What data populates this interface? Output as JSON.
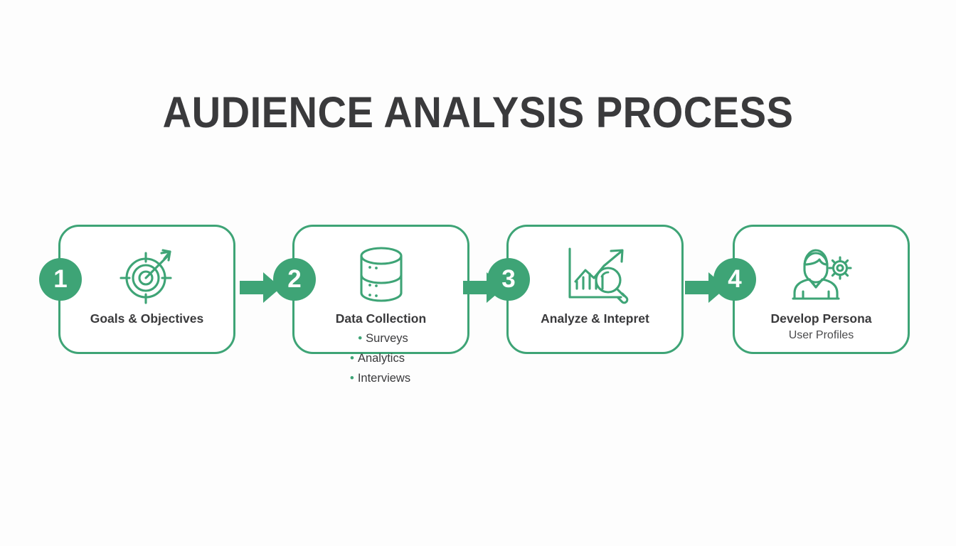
{
  "slide": {
    "title": "AUDIENCE ANALYSIS PROCESS",
    "background_color": "#fdfdfd",
    "accent_color": "#3ea476",
    "text_color": "#3a3a3c"
  },
  "steps": [
    {
      "number": "1",
      "icon": "target-arrow-icon",
      "title": "Goals & Objectives",
      "subtitle": "",
      "bullets": []
    },
    {
      "number": "2",
      "icon": "database-icon",
      "title": "Data Collection",
      "subtitle": "",
      "bullets": [
        "Surveys",
        "Analytics",
        "Interviews"
      ]
    },
    {
      "number": "3",
      "icon": "chart-magnifier-icon",
      "title": "Analyze & Intepret",
      "subtitle": "",
      "bullets": []
    },
    {
      "number": "4",
      "icon": "person-gear-icon",
      "title": "Develop Persona",
      "subtitle": "User Profiles",
      "bullets": []
    }
  ],
  "connectors": [
    {
      "name": "arrow-1-to-2",
      "direction": "right"
    },
    {
      "name": "arrow-2-to-3",
      "direction": "right"
    },
    {
      "name": "arrow-3-to-4",
      "direction": "right"
    }
  ],
  "bullet_glyph": "•"
}
